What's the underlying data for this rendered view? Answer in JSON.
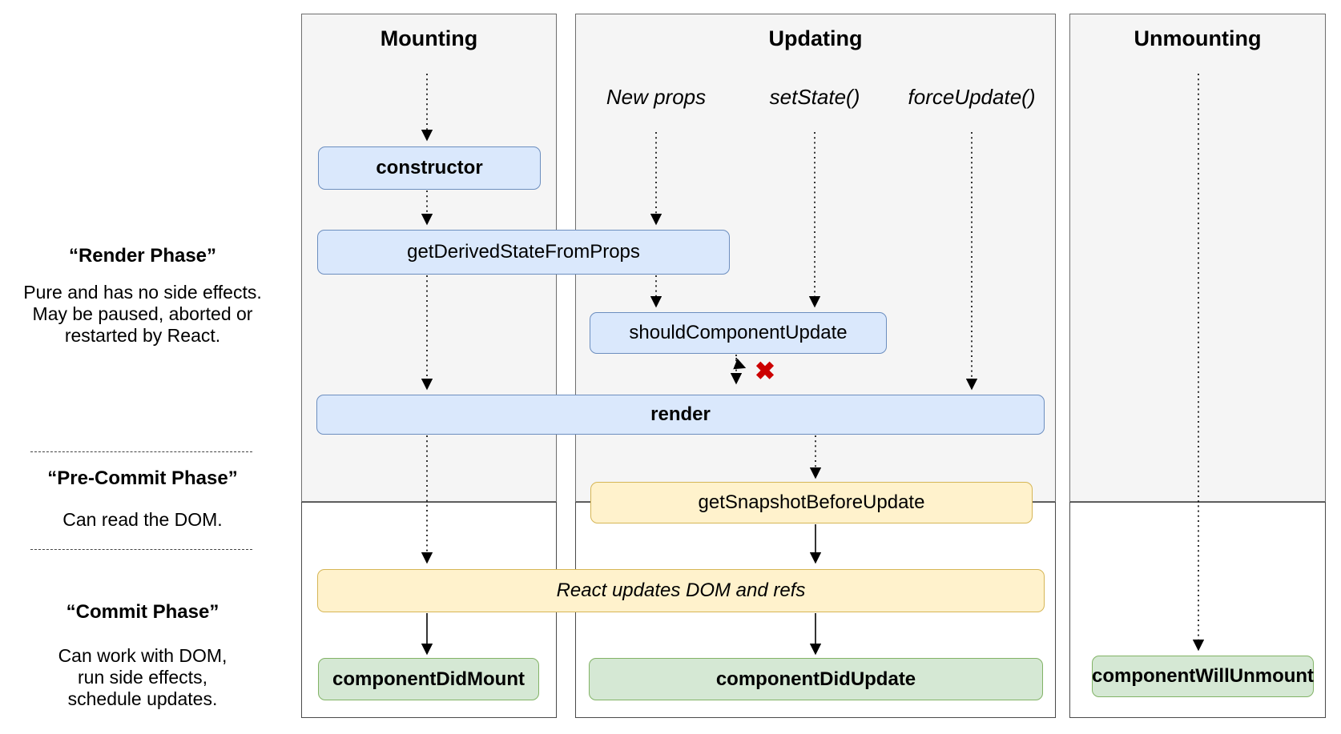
{
  "phases": {
    "render": {
      "title": "“Render Phase”",
      "description_lines": [
        "Pure and has no side effects.",
        "May be paused, aborted or",
        "restarted by React."
      ]
    },
    "pre_commit": {
      "title": "“Pre-Commit Phase”",
      "description_lines": [
        "Can read the DOM."
      ]
    },
    "commit": {
      "title": "“Commit Phase”",
      "description_lines": [
        "Can work with DOM,",
        "run side effects,",
        "schedule updates."
      ]
    }
  },
  "columns": {
    "mounting": {
      "title": "Mounting"
    },
    "updating": {
      "title": "Updating",
      "triggers": [
        "New props",
        "setState()",
        "forceUpdate()"
      ]
    },
    "unmounting": {
      "title": "Unmounting"
    }
  },
  "boxes": {
    "constructor": {
      "label": "constructor"
    },
    "get_derived_state_from_props": {
      "label": "getDerivedStateFromProps"
    },
    "should_component_update": {
      "label": "shouldComponentUpdate"
    },
    "render": {
      "label": "render"
    },
    "get_snapshot_before_update": {
      "label": "getSnapshotBeforeUpdate"
    },
    "react_updates_dom": {
      "label": "React updates DOM and refs"
    },
    "component_did_mount": {
      "label": "componentDidMount"
    },
    "component_did_update": {
      "label": "componentDidUpdate"
    },
    "component_will_unmount": {
      "label": "componentWillUnmount"
    }
  },
  "icons": {
    "skip_update_x": "✖"
  },
  "colors": {
    "lifecycle_box_blue": "#dae8fc",
    "lifecycle_box_blue_border": "#6c8ebf",
    "dom_box_yellow": "#fff2cc",
    "dom_box_yellow_border": "#d6b656",
    "commit_box_green": "#d5e8d4",
    "commit_box_green_border": "#82b366",
    "render_phase_bg": "#f5f5f5",
    "skip_x_red": "#cc0000"
  }
}
